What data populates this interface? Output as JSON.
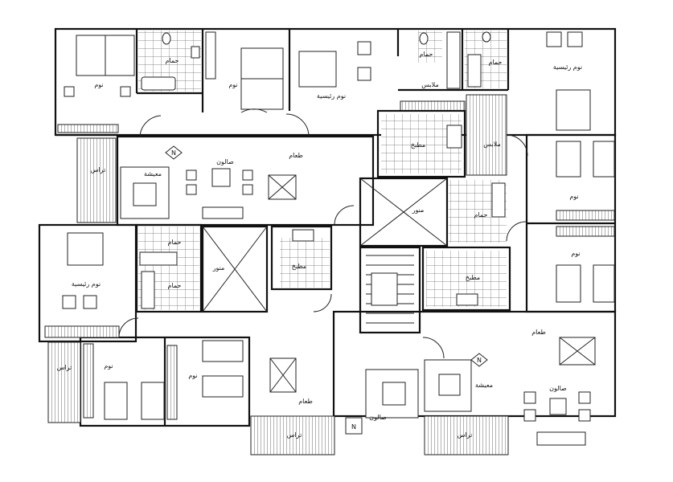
{
  "rooms": {
    "bedroom_nw": "نوم",
    "bathroom_nw": "حمام",
    "bedroom_n2": "نوم",
    "master_bedroom_n": "نوم رئيسية",
    "bathroom_n": "حمام",
    "laundry_n": "ملابس",
    "bathroom_ne": "حمام",
    "master_bedroom_ne": "نوم رئيسية",
    "salon_w": "صالون",
    "dining_w": "طعام",
    "living_w": "معيشة",
    "terrace_w": "تراس",
    "kitchen_c": "مطبخ",
    "laundry_c": "ملابس",
    "shaft_c": "منور",
    "bathroom_c": "حمام",
    "bedroom_e1": "نوم",
    "bedroom_e2": "نوم",
    "master_bedroom_w": "نوم رئيسية",
    "bathroom_w1": "حمام",
    "bathroom_w2": "حمام",
    "shaft_w": "منور",
    "kitchen_w": "مطبخ",
    "kitchen_e": "مطبخ",
    "dining_e": "طعام",
    "terrace_sw": "تراس",
    "bedroom_sw1": "نوم",
    "bedroom_sw2": "نوم",
    "dining_s": "طعام",
    "salon_s": "صالون",
    "living_se": "معيشة",
    "salon_se": "صالون",
    "terrace_s1": "تراس",
    "terrace_s2": "تراس"
  },
  "compass_marks": [
    "N",
    "N",
    "N"
  ]
}
